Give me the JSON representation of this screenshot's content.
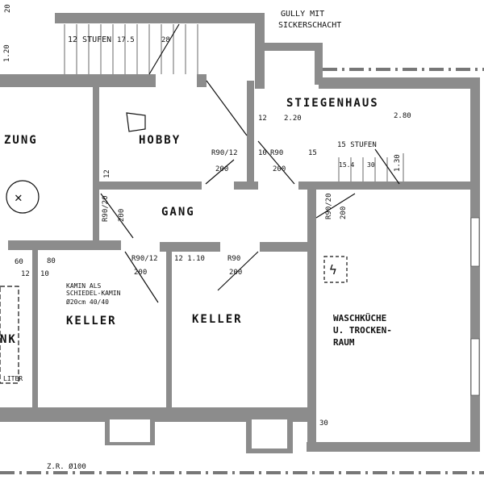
{
  "rooms": {
    "hobby": "HOBBY",
    "stiegenhaus": "STIEGENHAUS",
    "gang": "GANG",
    "keller_left": "KELLER",
    "keller_right": "KELLER",
    "waschkueche_1": "WASCHKÜCHE",
    "waschkueche_2": "U. TROCKEN-",
    "waschkueche_3": "RAUM",
    "heizung_partial": "ZUNG",
    "tank_partial": "NK"
  },
  "notes": {
    "gully_1": "GULLY MIT",
    "gully_2": "SICKERSCHACHT",
    "kamin_1": "KAMIN ALS",
    "kamin_2": "SCHIEDEL-KAMIN",
    "kamin_3": "Ø20cm 40/40",
    "liter": "LITER",
    "zr": "Z.R. Ø100",
    "stufen_top": "12 STUFEN",
    "stufen_top_dim": "17.5",
    "stufen_top_dim2": "28",
    "stufen_stair": "15 STUFEN",
    "stufen_stair_dim": "15.4",
    "stufen_stair_dim2": "30"
  },
  "dimensions": {
    "d120": "1.20",
    "d20": "20",
    "d12a": "12",
    "d220": "2.20",
    "d280": "2.80",
    "d130": "1.30",
    "hobby_door": "R90/12",
    "hobby_door_h": "200",
    "stair_door": "R90",
    "stair_door_h": "200",
    "d10": "10",
    "d15": "15",
    "d12b": "12",
    "gang_door": "R90/20",
    "gang_door_h": "200",
    "wk_door": "R90/20",
    "wk_door_h": "200",
    "k1_door": "R90/12",
    "k1_door_h": "200",
    "k2_dim": "12 1.10",
    "k2_door": "R90",
    "k2_door_h": "200",
    "d60": "60",
    "d80": "80",
    "d12c": "12",
    "d10b": "10",
    "d30": "30"
  }
}
